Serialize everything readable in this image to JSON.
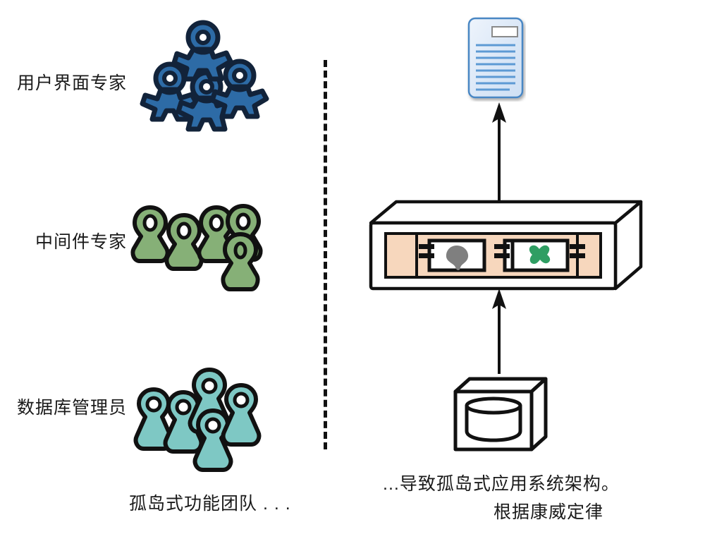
{
  "diagram": {
    "title_alt": "Conway's Law siloed teams to siloed architecture diagram",
    "left_side": {
      "caption": "孤岛式功能团队 . . .",
      "teams": [
        {
          "id": "ui-experts",
          "label": "用户界面专家",
          "color": "#2d6ba6",
          "outline": "#12233a",
          "count": 4,
          "shape": "humanoid"
        },
        {
          "id": "middleware-experts",
          "label": "中间件专家",
          "color": "#86b077",
          "outline": "#111111",
          "count": 5,
          "shape": "pawn-round"
        },
        {
          "id": "database-administrators",
          "label": "数据库管理员",
          "color": "#7ec8c4",
          "outline": "#111111",
          "count": 5,
          "shape": "pawn-tall"
        }
      ]
    },
    "divider": {
      "style": "dashed",
      "color": "#111111",
      "orientation": "vertical"
    },
    "right_side": {
      "caption_line1": "...导致孤岛式应用系统架构。",
      "caption_line2": "根据康威定律",
      "document": {
        "name": "form-document",
        "fill": "#dce8f7",
        "border": "#4a87c4",
        "field_count": 1,
        "line_count": 8
      },
      "server": {
        "name": "application-server",
        "body_fill": "#ffffff",
        "inner_fill": "#f7d7bd",
        "outline": "#111111",
        "modules": [
          {
            "id": "module-1",
            "icon": "club-icon",
            "icon_color": "#7f7f7f"
          },
          {
            "id": "module-2",
            "icon": "heart-icon",
            "icon_color": "#a81f4b"
          },
          {
            "id": "module-3",
            "icon": "cross-icon",
            "icon_color": "#2f9e63"
          }
        ]
      },
      "database": {
        "name": "database-server",
        "fill": "#ffffff",
        "outline": "#111111"
      },
      "arrows": [
        {
          "id": "arrow-server-to-document",
          "direction": "up"
        },
        {
          "id": "arrow-database-to-server",
          "direction": "up"
        }
      ]
    }
  }
}
